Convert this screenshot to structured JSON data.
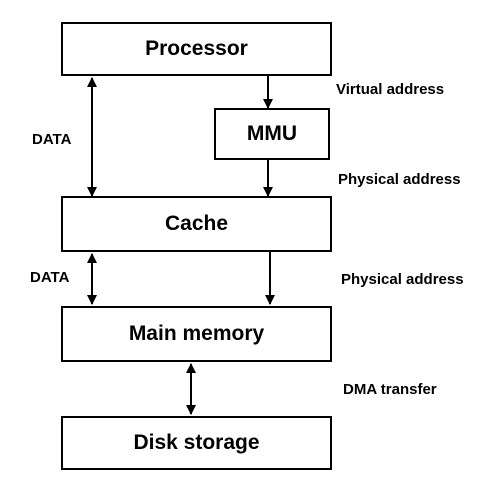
{
  "boxes": {
    "processor": "Processor",
    "mmu": "MMU",
    "cache": "Cache",
    "main_memory": "Main memory",
    "disk_storage": "Disk storage"
  },
  "labels": {
    "data_top": "DATA",
    "data_bottom": "DATA",
    "virtual_address": "Virtual address",
    "physical_address_1": "Physical address",
    "physical_address_2": "Physical address",
    "dma_transfer": "DMA transfer"
  }
}
